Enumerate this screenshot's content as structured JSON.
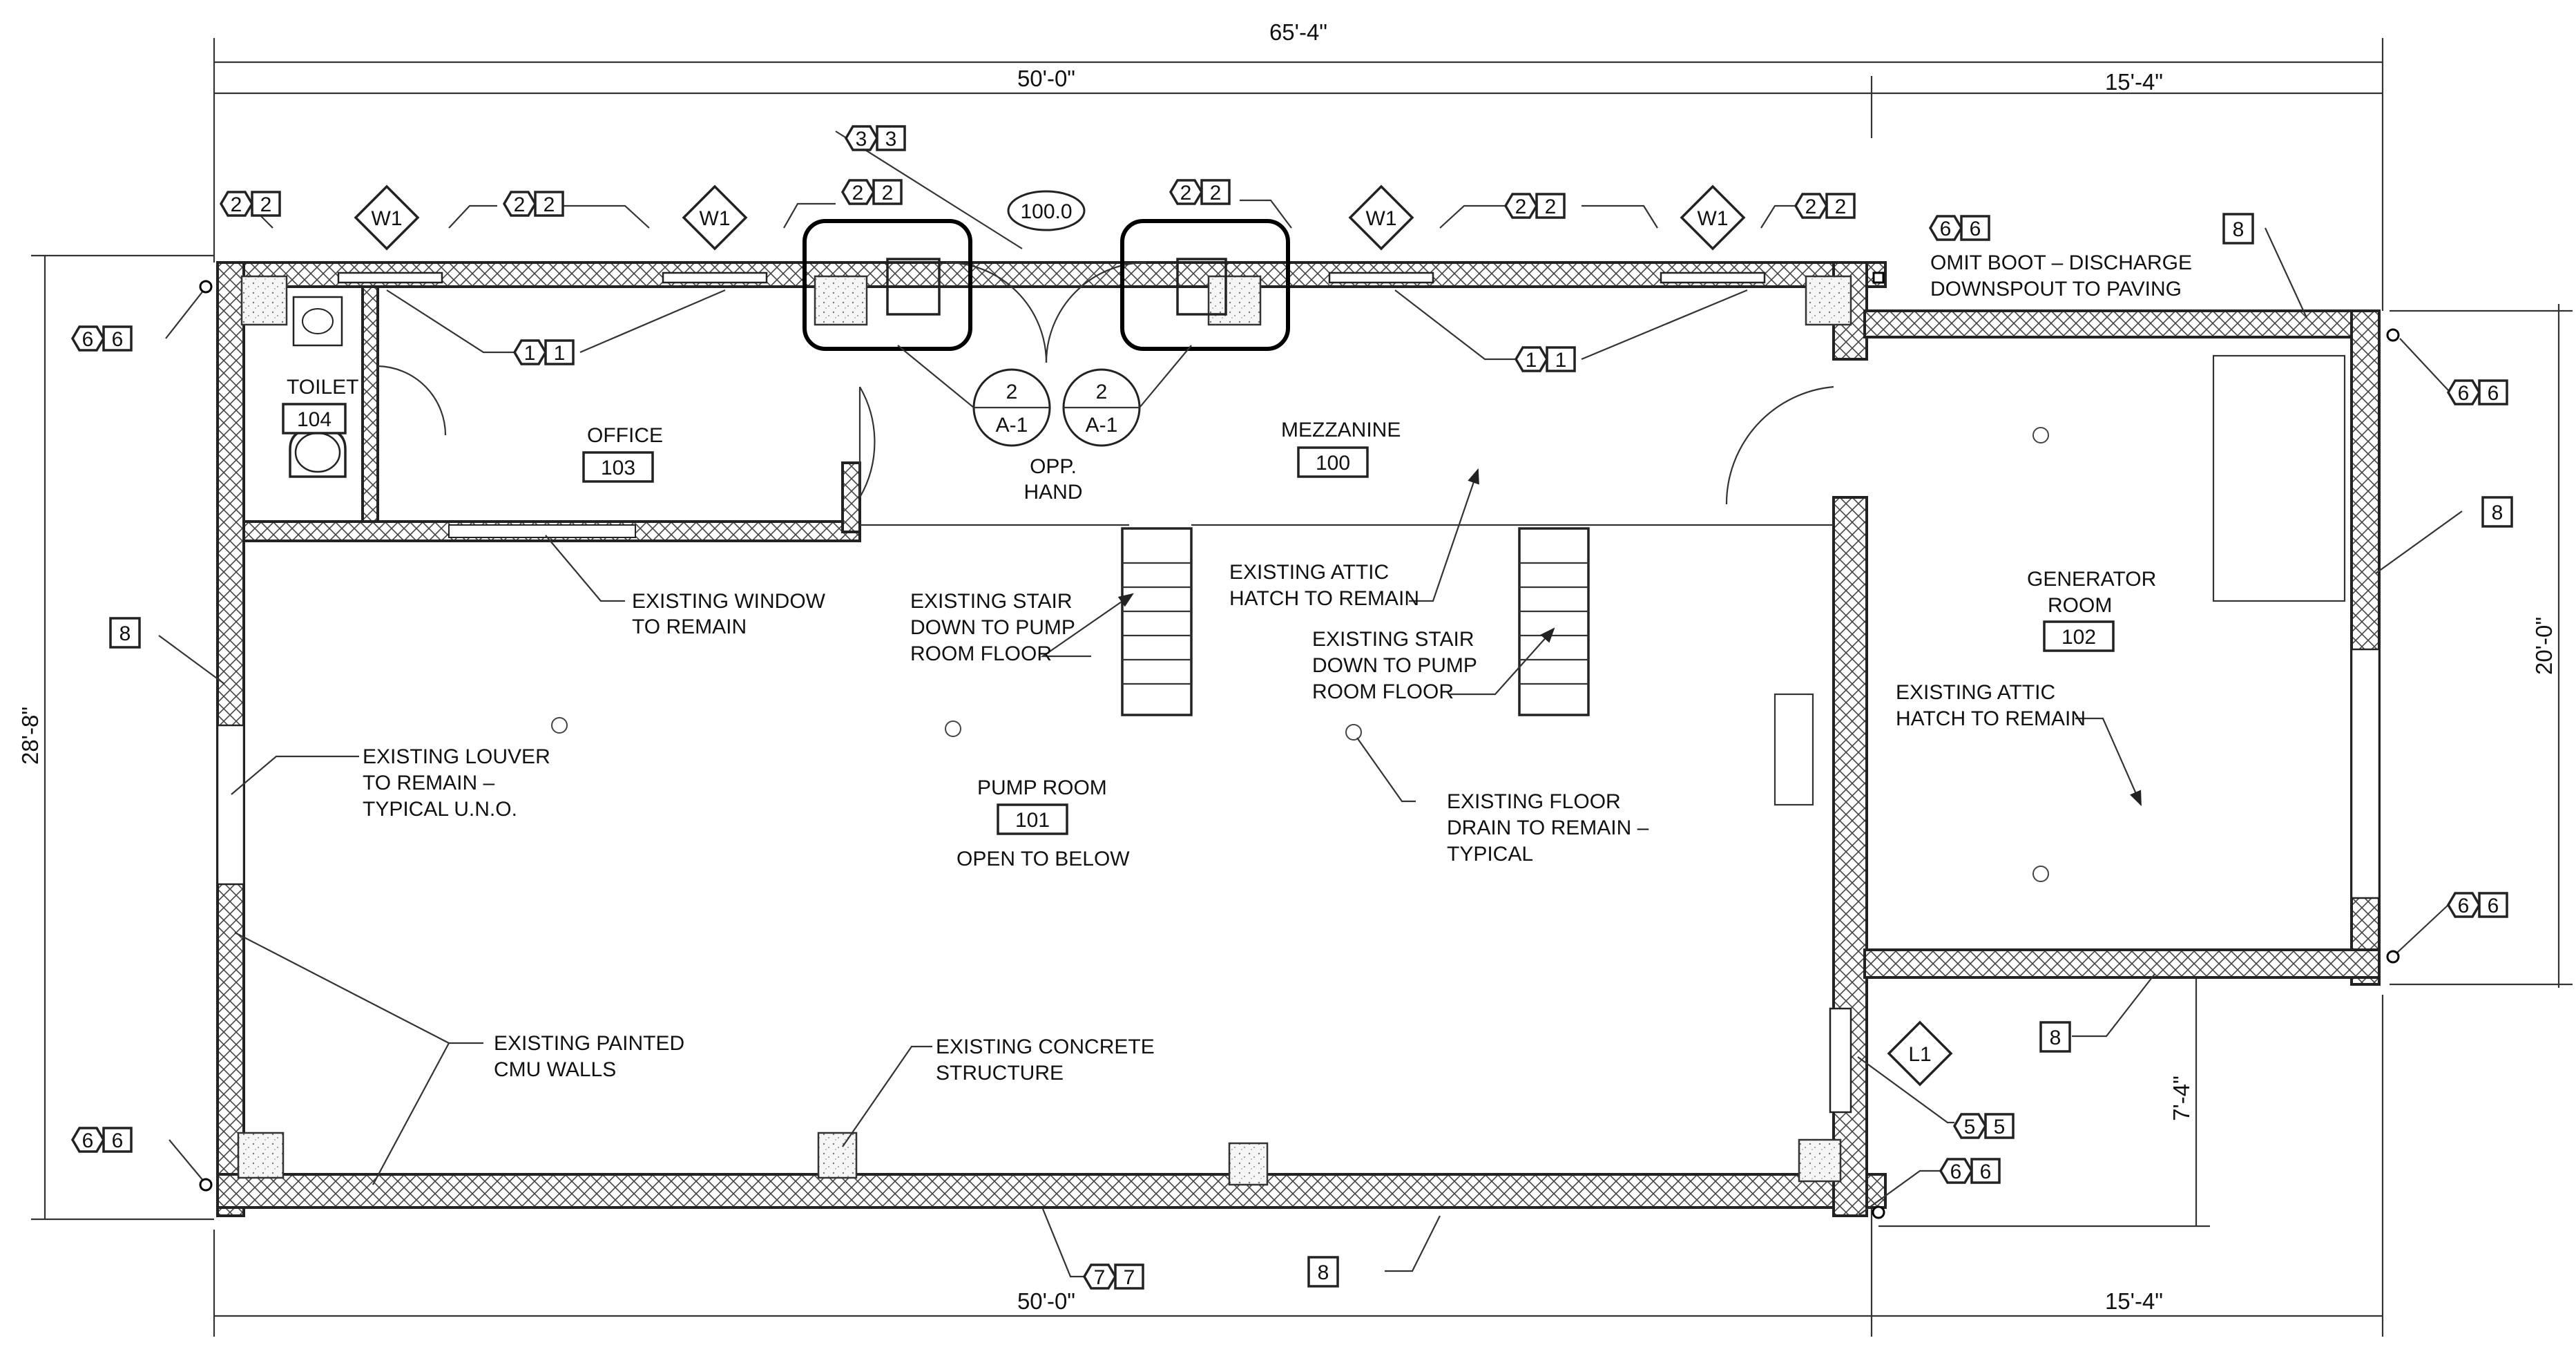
{
  "dimensions": {
    "overall_top": "65'-4\"",
    "top_left": "50'-0\"",
    "top_right": "15'-4\"",
    "bottom_left": "50'-0\"",
    "bottom_right": "15'-4\"",
    "left_height": "28'-8\"",
    "right_height": "20'-0\"",
    "right_lower": "7'-4\""
  },
  "rooms": [
    {
      "name": "TOILET",
      "number": "104"
    },
    {
      "name": "OFFICE",
      "number": "103"
    },
    {
      "name": "MEZZANINE",
      "number": "100"
    },
    {
      "name": "PUMP ROOM",
      "number": "101",
      "note": "OPEN TO BELOW"
    },
    {
      "name": "GENERATOR",
      "name2": "ROOM",
      "number": "102"
    }
  ],
  "door_tag": "100.0",
  "detail_refs": [
    {
      "number": "2",
      "sheet": "A-1"
    },
    {
      "number": "2",
      "sheet": "A-1"
    }
  ],
  "opp_hand": [
    "OPP.",
    "HAND"
  ],
  "tags": {
    "k2": "2",
    "k1": "1",
    "k3": "3",
    "k5": "5",
    "k6": "6",
    "k7": "7",
    "k8": "8",
    "w1": "W1",
    "l1": "L1"
  },
  "notes": {
    "window": [
      "EXISTING WINDOW",
      "TO REMAIN"
    ],
    "stair_left": [
      "EXISTING STAIR",
      "DOWN TO PUMP",
      "ROOM FLOOR"
    ],
    "attic_mez": [
      "EXISTING ATTIC",
      "HATCH TO REMAIN"
    ],
    "stair_right": [
      "EXISTING STAIR",
      "DOWN TO PUMP",
      "ROOM FLOOR"
    ],
    "attic_gen": [
      "EXISTING ATTIC",
      "HATCH TO REMAIN"
    ],
    "louver": [
      "EXISTING LOUVER",
      "TO REMAIN –",
      "TYPICAL U.N.O."
    ],
    "drain": [
      "EXISTING FLOOR",
      "DRAIN TO REMAIN –",
      "TYPICAL"
    ],
    "cmu": [
      "EXISTING PAINTED",
      "CMU WALLS"
    ],
    "concrete": [
      "EXISTING CONCRETE",
      "STRUCTURE"
    ],
    "boot": [
      "OMIT BOOT – DISCHARGE",
      "DOWNSPOUT TO PAVING"
    ]
  }
}
